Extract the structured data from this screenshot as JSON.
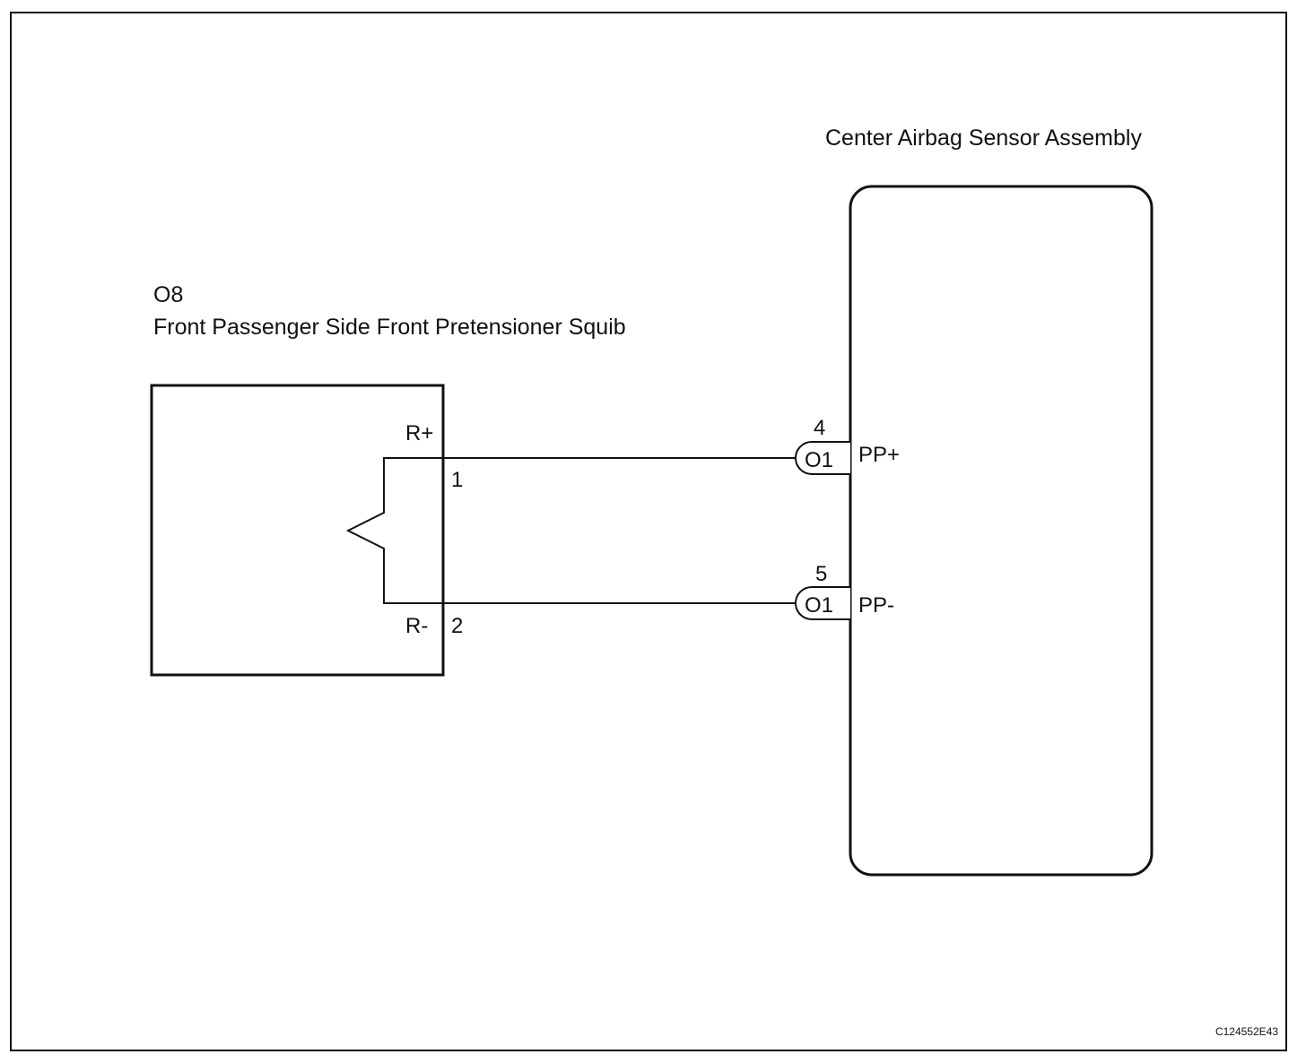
{
  "components": {
    "squib": {
      "code": "O8",
      "name": "Front Passenger Side Front Pretensioner Squib",
      "pins": [
        {
          "number": "1",
          "signal": "R+"
        },
        {
          "number": "2",
          "signal": "R-"
        }
      ]
    },
    "sensor": {
      "name": "Center Airbag Sensor Assembly",
      "pins": [
        {
          "number": "4",
          "connector": "O1",
          "signal": "PP+"
        },
        {
          "number": "5",
          "connector": "O1",
          "signal": "PP-"
        }
      ]
    }
  },
  "figure_code": "C124552E43"
}
